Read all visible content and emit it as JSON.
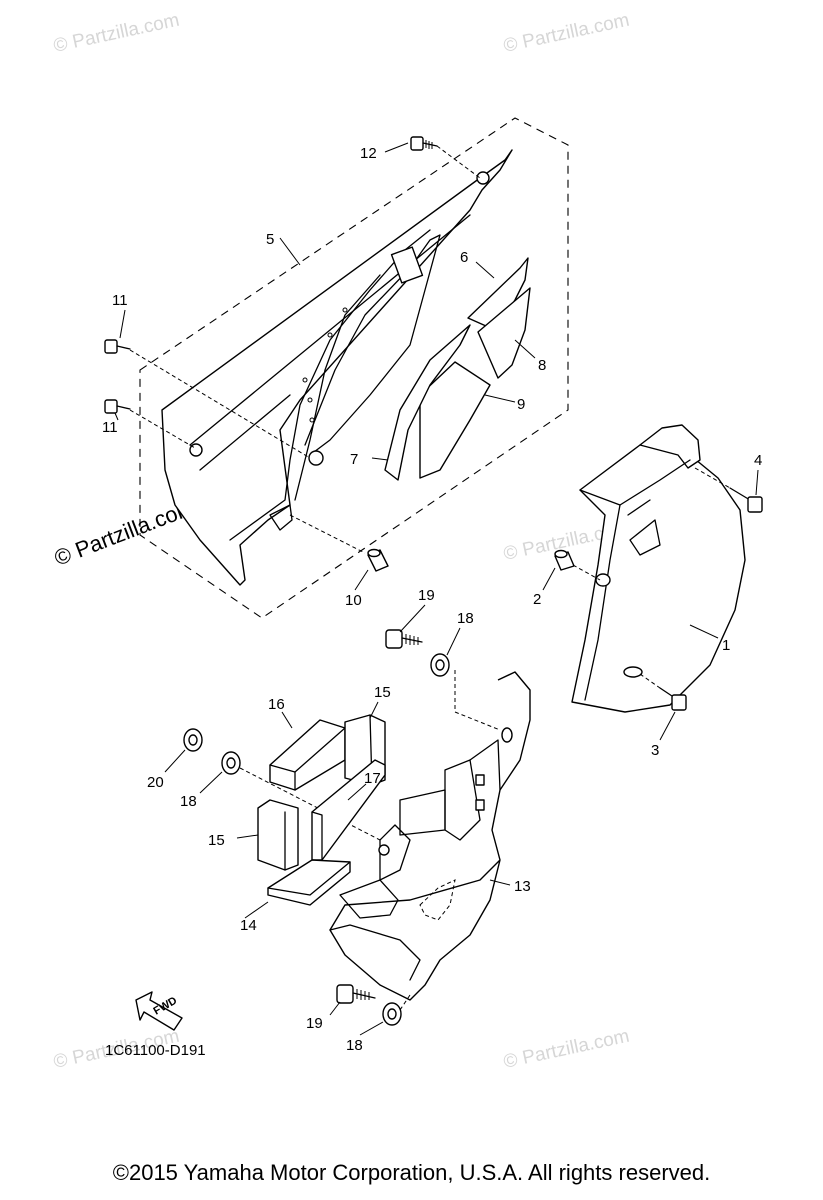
{
  "watermark": "© Partzilla.com",
  "watermark_main": "© Partzilla.com",
  "diagram_code": "1C61100-D191",
  "fwd_label": "FWD",
  "copyright": "©2015 Yamaha Motor Corporation, U.S.A. All rights reserved.",
  "callouts": {
    "c1": "1",
    "c2": "2",
    "c3": "3",
    "c4": "4",
    "c5": "5",
    "c6": "6",
    "c7": "7",
    "c8": "8",
    "c9": "9",
    "c10": "10",
    "c11a": "11",
    "c11b": "11",
    "c12": "12",
    "c13": "13",
    "c14": "14",
    "c15a": "15",
    "c15b": "15",
    "c16": "16",
    "c17": "17",
    "c18a": "18",
    "c18b": "18",
    "c18c": "18",
    "c19a": "19",
    "c19b": "19",
    "c20": "20"
  }
}
